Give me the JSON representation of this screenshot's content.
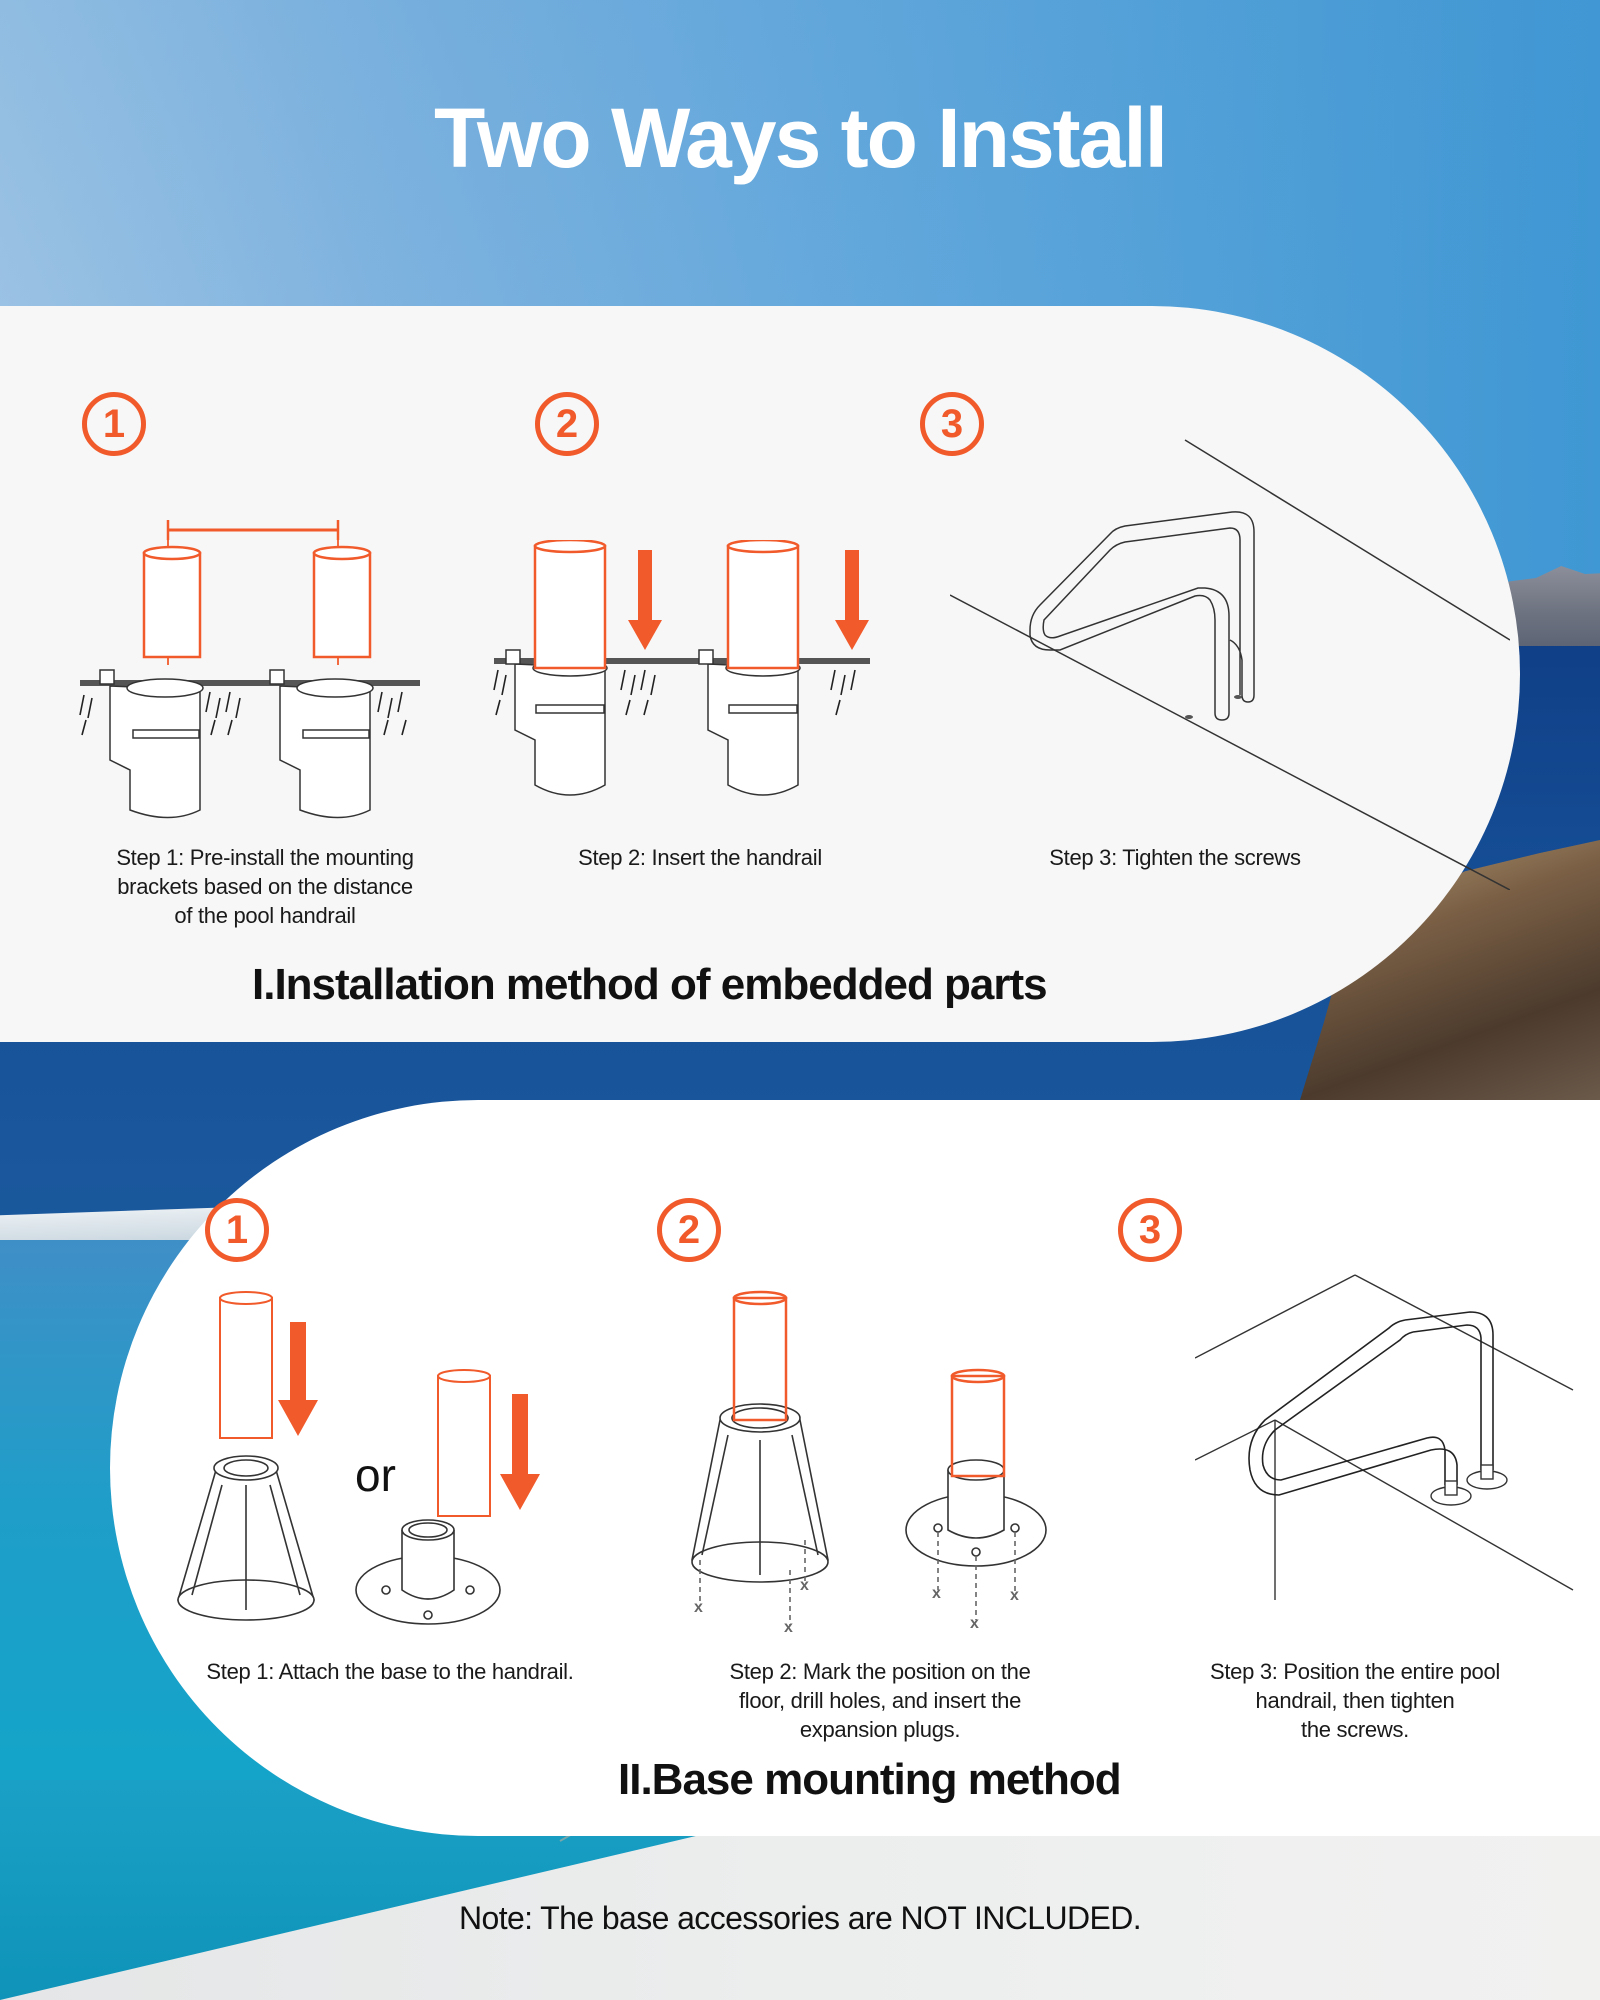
{
  "header": {
    "title": "Two Ways to Install"
  },
  "colors": {
    "accent_orange": "#f15a2b",
    "sky_blue": "#5ea6db",
    "sea_blue": "#164f96",
    "pool_cyan": "#12a6c9",
    "panel_bg": "#f7f7f7",
    "text_dark": "#1a1a1a"
  },
  "method_1": {
    "title": "I.Installation method of embedded parts",
    "steps": [
      {
        "number": "1",
        "icon": "embedded-brackets-with-distance-measurement",
        "caption_lines": [
          "Step 1: Pre-install the mounting",
          "brackets based on the distance",
          "of the pool handrail"
        ]
      },
      {
        "number": "2",
        "icon": "handrail-insert-down-arrow",
        "caption_lines": [
          "Step 2: Insert the handrail"
        ]
      },
      {
        "number": "3",
        "icon": "handrail-on-pool-edge",
        "caption_lines": [
          "Step 3: Tighten the screws"
        ]
      }
    ]
  },
  "method_2": {
    "title": "II.Base mounting method",
    "or_label": "or",
    "steps": [
      {
        "number": "1",
        "icon": "base-attach-to-handrail",
        "caption_lines": [
          "Step 1: Attach the base to the handrail."
        ]
      },
      {
        "number": "2",
        "icon": "base-mark-drill-holes",
        "caption_lines": [
          "Step 2: Mark the position on the",
          "floor, drill holes, and insert the",
          "expansion plugs."
        ]
      },
      {
        "number": "3",
        "icon": "handrail-with-base-plates-on-deck",
        "caption_lines": [
          "Step 3: Position the entire pool",
          "handrail, then  tighten",
          "the screws."
        ]
      }
    ]
  },
  "footer": {
    "note": "Note: The base accessories are NOT INCLUDED."
  }
}
